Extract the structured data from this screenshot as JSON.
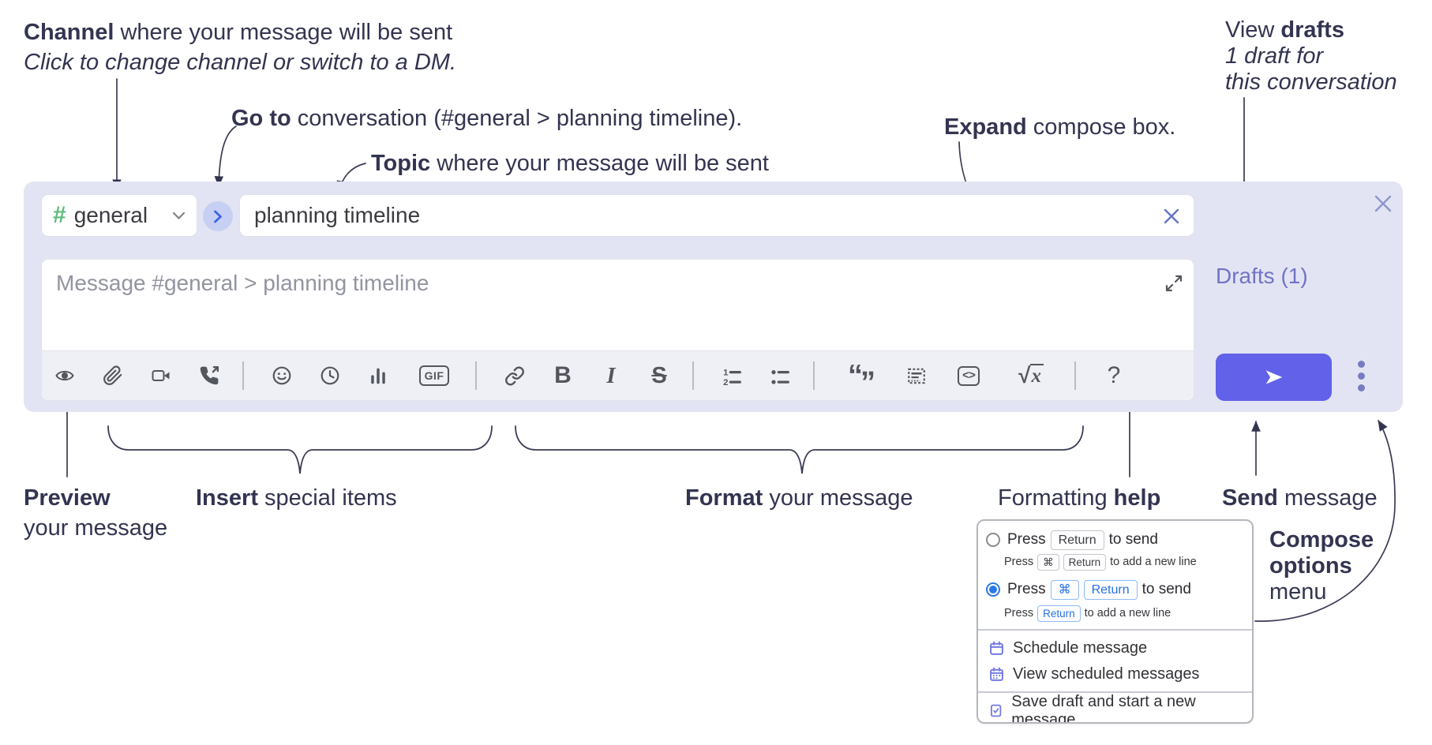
{
  "annotations": {
    "channel": {
      "bold": "Channel",
      "rest": " where your message will be sent",
      "line2": "Click to change channel or switch to a DM."
    },
    "goto": {
      "bold": "Go to",
      "rest": " conversation (#general > planning timeline)."
    },
    "topic": {
      "bold": "Topic",
      "rest": " where your message will be sent"
    },
    "expand": {
      "bold": "Expand",
      "rest": " compose box."
    },
    "drafts": {
      "line1_pre": "View ",
      "line1_bold": "drafts",
      "line2": "1 draft for",
      "line3": "this conversation"
    },
    "preview": {
      "bold": "Preview",
      "line2": "your message"
    },
    "insert": {
      "bold": "Insert",
      "rest": " special items"
    },
    "format": {
      "bold": "Format",
      "rest": " your message"
    },
    "help": {
      "pre": "Formatting ",
      "bold": "help"
    },
    "send": {
      "bold": "Send",
      "rest": " message"
    },
    "compose_options": {
      "bold1": "Compose",
      "bold2": "options",
      "rest": "menu"
    }
  },
  "compose": {
    "channel_hash": "#",
    "channel_name": "general",
    "topic_value": "planning timeline",
    "message_placeholder": "Message #general > planning timeline",
    "drafts_label": "Drafts (1)",
    "toolbar_icons": [
      "preview-eye",
      "attach-paperclip",
      "video-call",
      "voice-call",
      "emoji-smiley",
      "time-clock",
      "poll-bar-chart",
      "gif",
      "link",
      "bold",
      "italic",
      "strikethrough",
      "numbered-list",
      "bulleted-list",
      "quote",
      "spoiler",
      "code",
      "math",
      "help"
    ],
    "gif_label": "GIF",
    "bold_label": "B",
    "italic_label": "I",
    "strike_label": "S",
    "code_label": "<>",
    "quote_open": "“",
    "quote_close": "”",
    "sqrt_label": "√",
    "sqrt_x": "x",
    "help_label": "?"
  },
  "popup": {
    "row1": {
      "pre": "Press",
      "kbd": "Return",
      "post": "to send"
    },
    "row1_sub": {
      "pre": "Press",
      "kbd1": "⌘",
      "kbd2": "Return",
      "post": "to add a new line"
    },
    "row2": {
      "pre": "Press",
      "kbd1": "⌘",
      "kbd2": "Return",
      "post": "to send"
    },
    "row2_sub": {
      "pre": "Press",
      "kbd": "Return",
      "post": "to add a new line"
    },
    "items": [
      {
        "label": "Schedule message"
      },
      {
        "label": "View scheduled messages"
      },
      {
        "label": "Save draft and start a new message"
      }
    ]
  },
  "colors": {
    "compose_bg": "#e2e4f3",
    "toolbar_bg": "#eef0f6",
    "send_button": "#6261e9",
    "channel_green": "#5dbd7c",
    "goto_circle_bg": "#c7d0f2",
    "goto_chevron": "#3e62e4",
    "drafts_link": "#7173c6",
    "icon_gray": "#54565e",
    "annotation_ink": "#333450",
    "accent_blue": "#2b79e8",
    "menu_icon_purple": "#757be0"
  }
}
